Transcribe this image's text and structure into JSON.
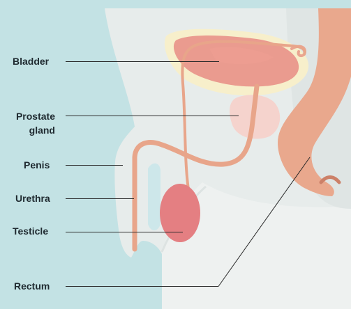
{
  "labels": {
    "bladder": "Bladder",
    "prostate_line1": "Prostate",
    "prostate_line2": "gland",
    "penis": "Penis",
    "urethra": "Urethra",
    "testicle": "Testicle",
    "rectum": "Rectum"
  },
  "colors": {
    "background": "#c3e2e4",
    "body": "#e7eceb",
    "bladder_fat": "#f7efcb",
    "bladder": "#ea9b8f",
    "prostate": "#f5d3cd",
    "rectum": "#e9a88d",
    "urethra": "#e8a58a",
    "testicle": "#e47f82",
    "leader": "#2a2a2a"
  }
}
